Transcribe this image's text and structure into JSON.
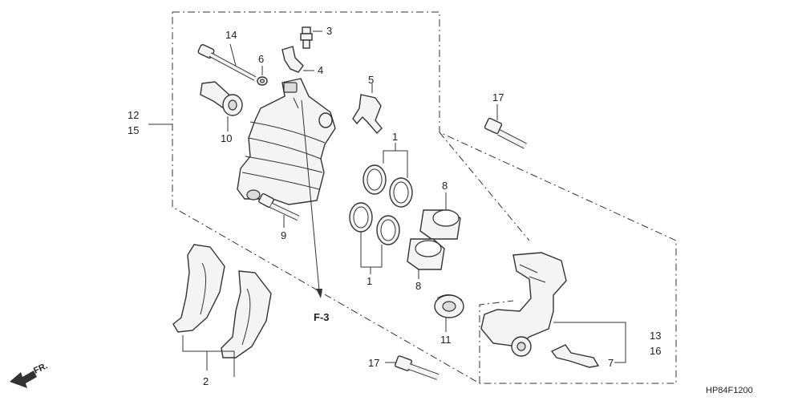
{
  "labels": {
    "l14": "14",
    "l3": "3",
    "l6": "6",
    "l4": "4",
    "l5": "5",
    "l12": "12",
    "l15": "15",
    "l10": "10",
    "l17a": "17",
    "l1a": "1",
    "l8a": "8",
    "l9": "9",
    "l2": "2",
    "l1b": "1",
    "l8b": "8",
    "l11": "11",
    "l13": "13",
    "l16": "16",
    "l7": "7",
    "l17b": "17"
  },
  "reference": "F-3",
  "direction": "FR.",
  "diagram_code": "HP84F1200"
}
